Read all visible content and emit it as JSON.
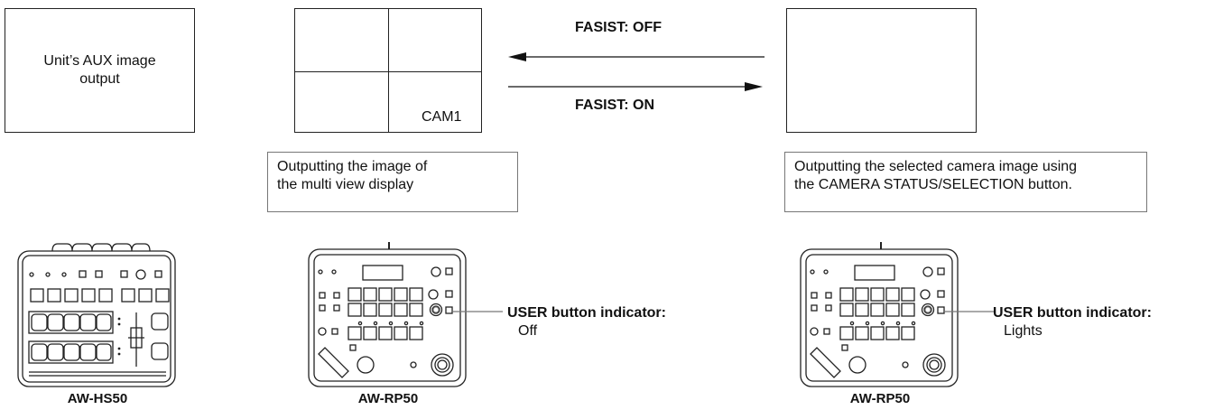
{
  "aux_box": {
    "line1": "Unit’s AUX image",
    "line2": "output"
  },
  "multiview": {
    "cam_label": "CAM1"
  },
  "arrows": {
    "top_label": "FASIST: OFF",
    "bottom_label": "FASIST: ON"
  },
  "captions": {
    "left": {
      "line1": "Outputting the image of",
      "line2": "the multi view display"
    },
    "right": {
      "line1": "Outputting the selected camera image using",
      "line2": "the CAMERA STATUS/SELECTION button."
    }
  },
  "devices": {
    "switcher": {
      "model": "AW-HS50"
    },
    "rp_left": {
      "model": "AW-RP50",
      "indicator_title": "USER button indicator:",
      "indicator_state": "Off"
    },
    "rp_right": {
      "model": "AW-RP50",
      "indicator_title": "USER button indicator:",
      "indicator_state": "Lights"
    }
  }
}
